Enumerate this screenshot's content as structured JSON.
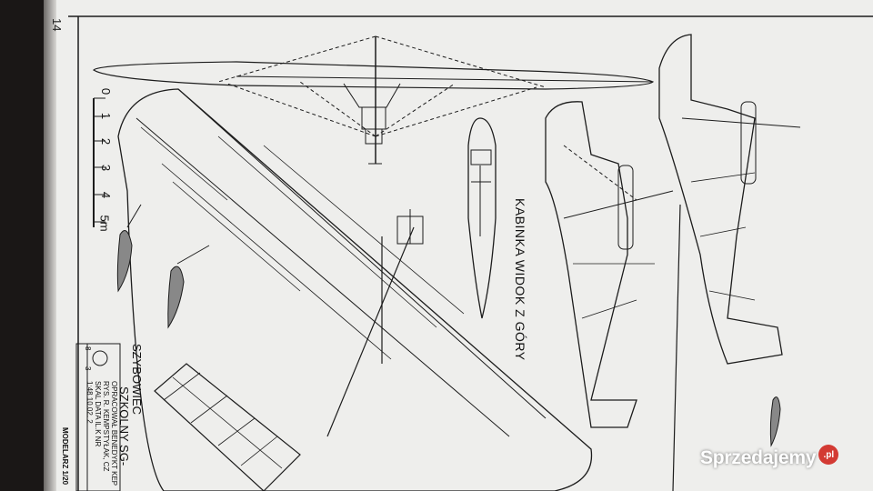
{
  "page": {
    "number": "14",
    "magazine_footer": "MODELARZ 1/20"
  },
  "scale_bar": {
    "ticks": [
      "0",
      "1",
      "2",
      "3",
      "4",
      "5m"
    ]
  },
  "labels": {
    "cabin_view": "KABINKA WIDOK Z GÓRY"
  },
  "title_block": {
    "line1": "SZYBOWIEC",
    "line2": "SZKOLNY SG-",
    "line3": "OPRACOWAŁ BENEDYKT KEP",
    "line4": "RYS. R. KEMPSTYŁAK, CZ",
    "line5": "SKAL  DATA  IL.K  NR",
    "line6": "1:48  10.02.  2",
    "logo_digits": [
      "8",
      "3"
    ]
  },
  "watermark": {
    "text": "Sprzedajemy",
    "badge": ".pl"
  },
  "colors": {
    "paper": "#eeeeec",
    "ink": "#1c1c1c",
    "background": "#1a1716",
    "badge": "#d33a33"
  }
}
